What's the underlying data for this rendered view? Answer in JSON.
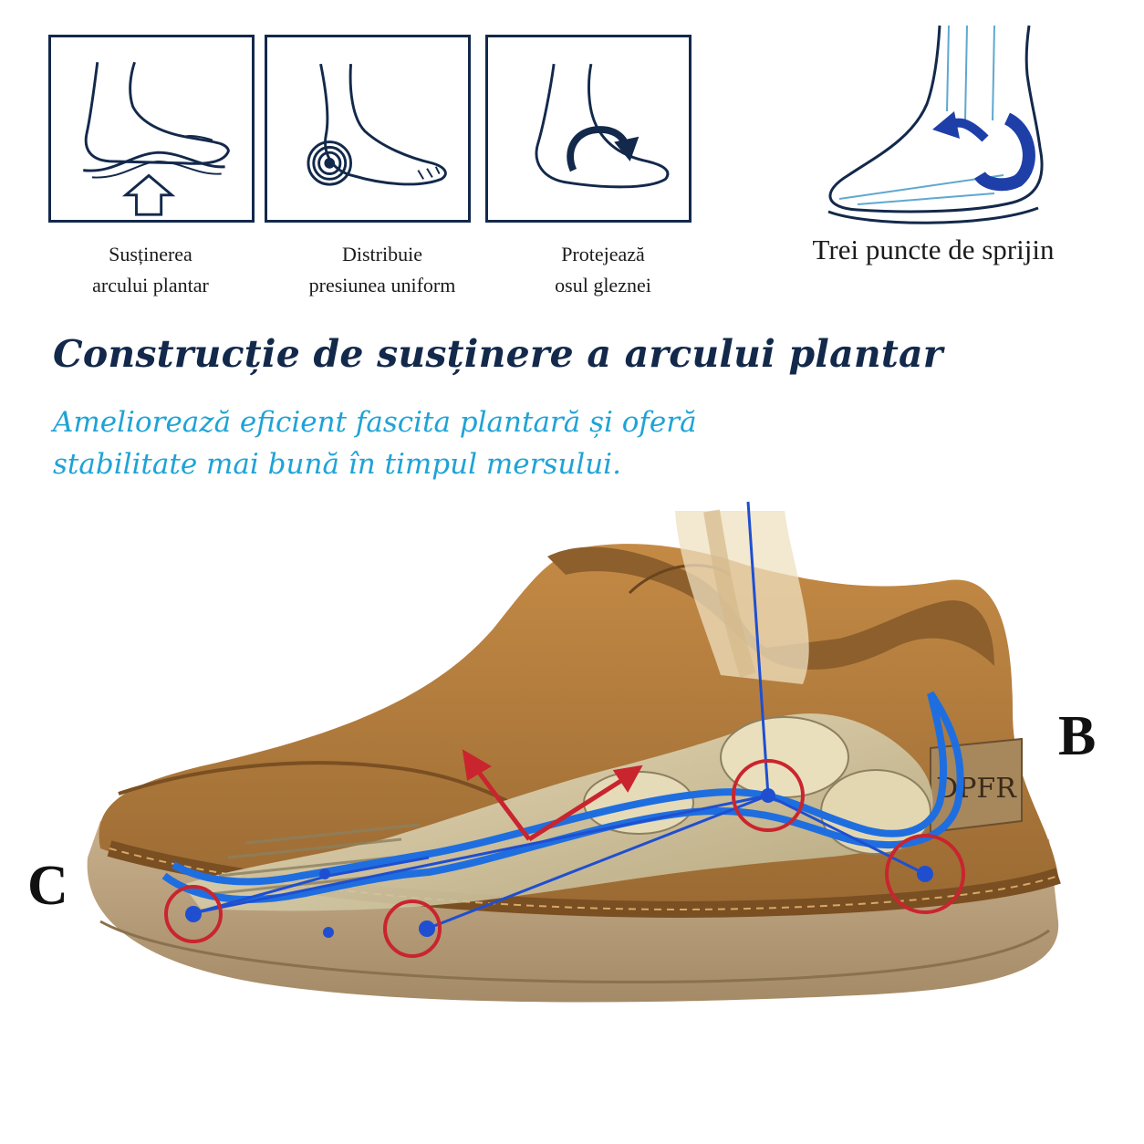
{
  "features": [
    {
      "line1": "Susținerea",
      "line2": "arcului plantar",
      "icon": "arch-support-icon"
    },
    {
      "line1": "Distribuie",
      "line2": "presiunea uniform",
      "icon": "pressure-distribution-icon"
    },
    {
      "line1": "Protejează",
      "line2": "osul gleznei",
      "icon": "ankle-protection-icon"
    }
  ],
  "three_points": {
    "label": "Trei puncte de sprijin",
    "icon": "three-point-support-icon"
  },
  "title": "Construcție de susținere a arcului plantar",
  "subtitle": {
    "line1": "Ameliorează eficient fascita plantară și oferă",
    "line2": "stabilitate mai bună în timpul mersului."
  },
  "shoe": {
    "brand": "DPFR"
  },
  "point_labels": {
    "b": "B",
    "c": "C"
  },
  "colors": {
    "navy": "#13294b",
    "cyan": "#1ea3d6",
    "leather": "#b07a3c",
    "marker_red": "#c9252e",
    "marker_blue": "#1f4fd0"
  }
}
